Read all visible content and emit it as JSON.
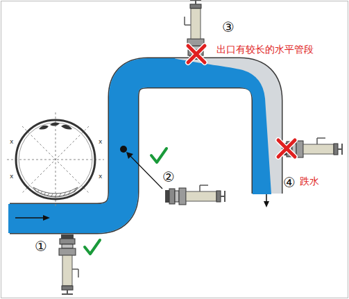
{
  "diagram": {
    "labels": [
      "①",
      "②",
      "③",
      "④",
      "出口有较长的水平管段",
      "跌水",
      "x",
      "x",
      "x",
      "x"
    ]
  }
}
